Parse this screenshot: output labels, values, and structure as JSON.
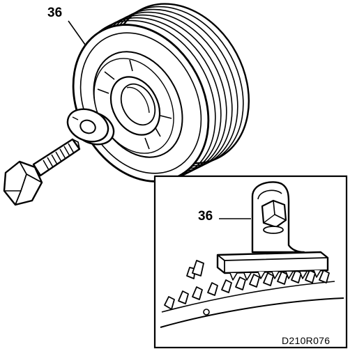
{
  "diagram": {
    "callout_main": "36",
    "callout_inset": "36",
    "figure_code": "D210R076"
  }
}
